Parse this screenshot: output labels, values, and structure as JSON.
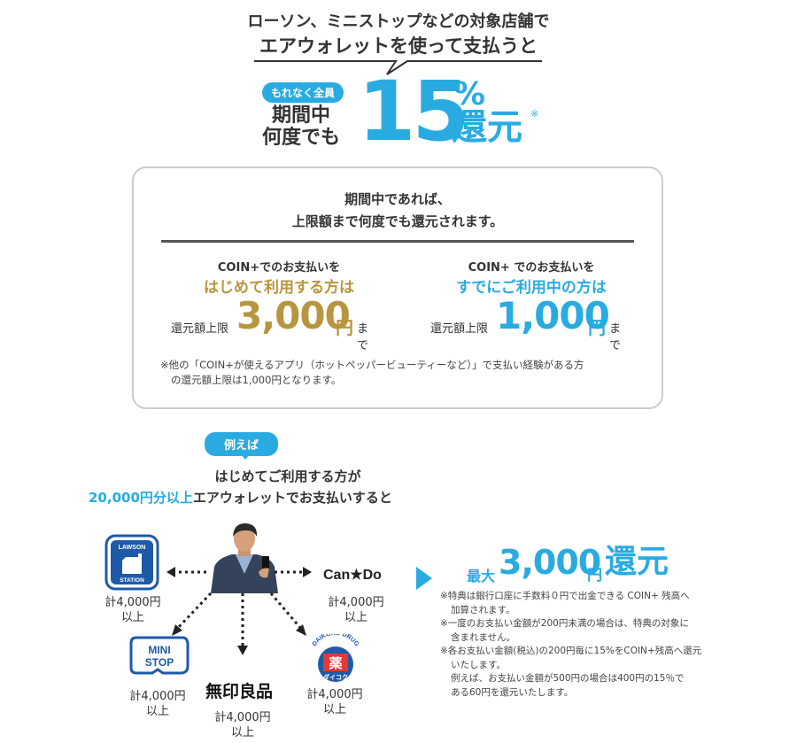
{
  "header": {
    "line1": "ローソン、ミニストップなどの対象店舗で",
    "line2": "エアウォレットを使って支払うと",
    "badge": "もれなく全員",
    "period_line1": "期間中",
    "period_line2": "何度でも",
    "percent_number": "15",
    "percent_sign": "%",
    "percent_word": "還元",
    "asterisk": "※"
  },
  "box": {
    "intro_line1": "期間中であれば、",
    "intro_line2": "上限額まで何度でも還元されます。",
    "left": {
      "line1": "COIN+でのお支払いを",
      "line2": "はじめて利用する方は",
      "limit_label": "還元額上限",
      "amount": "3,000",
      "unit": "円",
      "suffix": "まで"
    },
    "right": {
      "line1": "COIN+ でのお支払いを",
      "line2": "すでにご利用中の方は",
      "limit_label": "還元額上限",
      "amount": "1,000",
      "unit": "円",
      "suffix": "まで"
    },
    "note_line1": "※他の「COIN+が使えるアプリ（ホットペッパービューティーなど）」で支払い経験がある方",
    "note_line2": "の還元額上限は1,000円となります。"
  },
  "example": {
    "badge": "例えば",
    "line1": "はじめてご利用する方が",
    "line2_blue": "20,000円分以上",
    "line2_rest": "エアウォレットでお支払いすると"
  },
  "stores": [
    {
      "name": "LAWSON STATION",
      "amount": "計4,000円",
      "min": "以上"
    },
    {
      "name": "Can★Do",
      "amount": "計4,000円",
      "min": "以上"
    },
    {
      "name": "MINI STOP",
      "amount": "計4,000円",
      "min": "以上"
    },
    {
      "name": "無印良品",
      "amount": "計4,000円",
      "min": "以上"
    },
    {
      "name": "DAIKOKU DRUG",
      "amount": "計4,000円",
      "min": "以上"
    }
  ],
  "logo_text": {
    "lawson_top": "LAWSON",
    "lawson_bottom": "STATION",
    "ministop_1": "MINI",
    "ministop_2": "STOP",
    "daikoku_top": "DAIKOKU DRUG",
    "daikoku_kanji": "薬",
    "daikoku_kana": "ダイコク"
  },
  "result": {
    "prefix": "最大",
    "amount": "3,000",
    "unit": "円",
    "word": "還元"
  },
  "notes": [
    "※特典は銀行口座に手数料０円で出金できる COIN+ 残高へ",
    "加算されます。",
    "※一度のお支払い金額が200円未満の場合は、特典の対象に",
    "含まれません。",
    "※各お支払い金額(税込)の200円毎に15%をCOIN+残高へ還元",
    "いたします。",
    "例えば、お支払い金額が500円の場合は400円の15％で",
    "ある60円を還元いたします。"
  ],
  "colors": {
    "blue": "#29abe2",
    "gold": "#b8963f",
    "text": "#333333",
    "border": "#cccccc"
  }
}
